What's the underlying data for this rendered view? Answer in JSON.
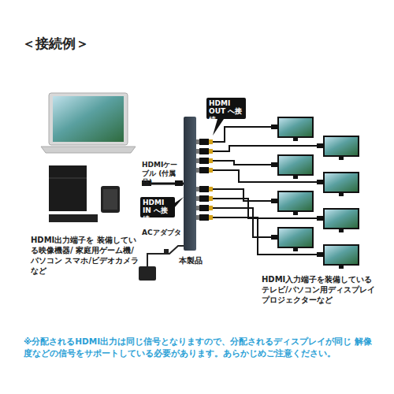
{
  "diagram": {
    "title": "＜接続例＞",
    "caption": "※分配されるHDMI出力は同じ信号となりますので、分配されるディスプレイが同じ 解像度などの信号をサポートしている必要があります。あらかじめご注意ください。",
    "nodes": [
      {
        "text": [
          "HDMI出力端子を 装備している映像機器/ 家庭用ゲーム機/パソコン スマホ/ビデオカメラなど"
        ]
      },
      {
        "text": [
          "HDMI IN へ接続"
        ]
      },
      {
        "text": [
          "本製品"
        ]
      },
      {
        "text": [
          "HDMI OUT へ接続"
        ]
      },
      {
        "text": [
          "HDMI入力端子を装備している テレビ/パソコン用ディスプレイ プロジェクターなど"
        ]
      }
    ],
    "edges": [
      {
        "from": 0,
        "to": 2,
        "arrow": "none"
      }
    ],
    "labels": [
      "HDMIケーブル (付属品)",
      "ACアダプタ"
    ]
  }
}
